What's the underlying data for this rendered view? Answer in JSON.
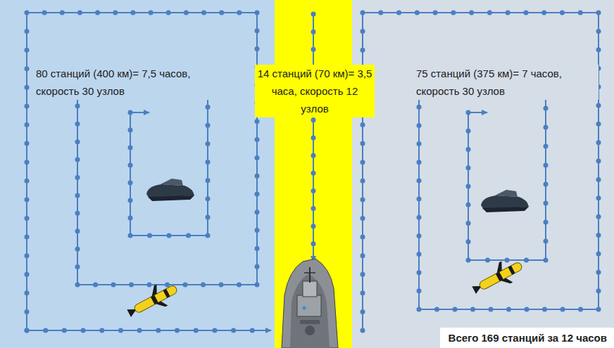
{
  "diagram": {
    "nodes": [
      {
        "text": [
          "80 станций (400 км)= 7,5 часов, скорость 30 узлов"
        ]
      },
      {
        "text": [
          "14 станций (70 км)= 3,5 часа, скорость 12 узлов"
        ]
      },
      {
        "text": [
          "75 станций (375 км)= 7 часов, скорость 30 узлов"
        ]
      }
    ],
    "labels": [
      "Всего 169 станций за 12 часов"
    ]
  }
}
